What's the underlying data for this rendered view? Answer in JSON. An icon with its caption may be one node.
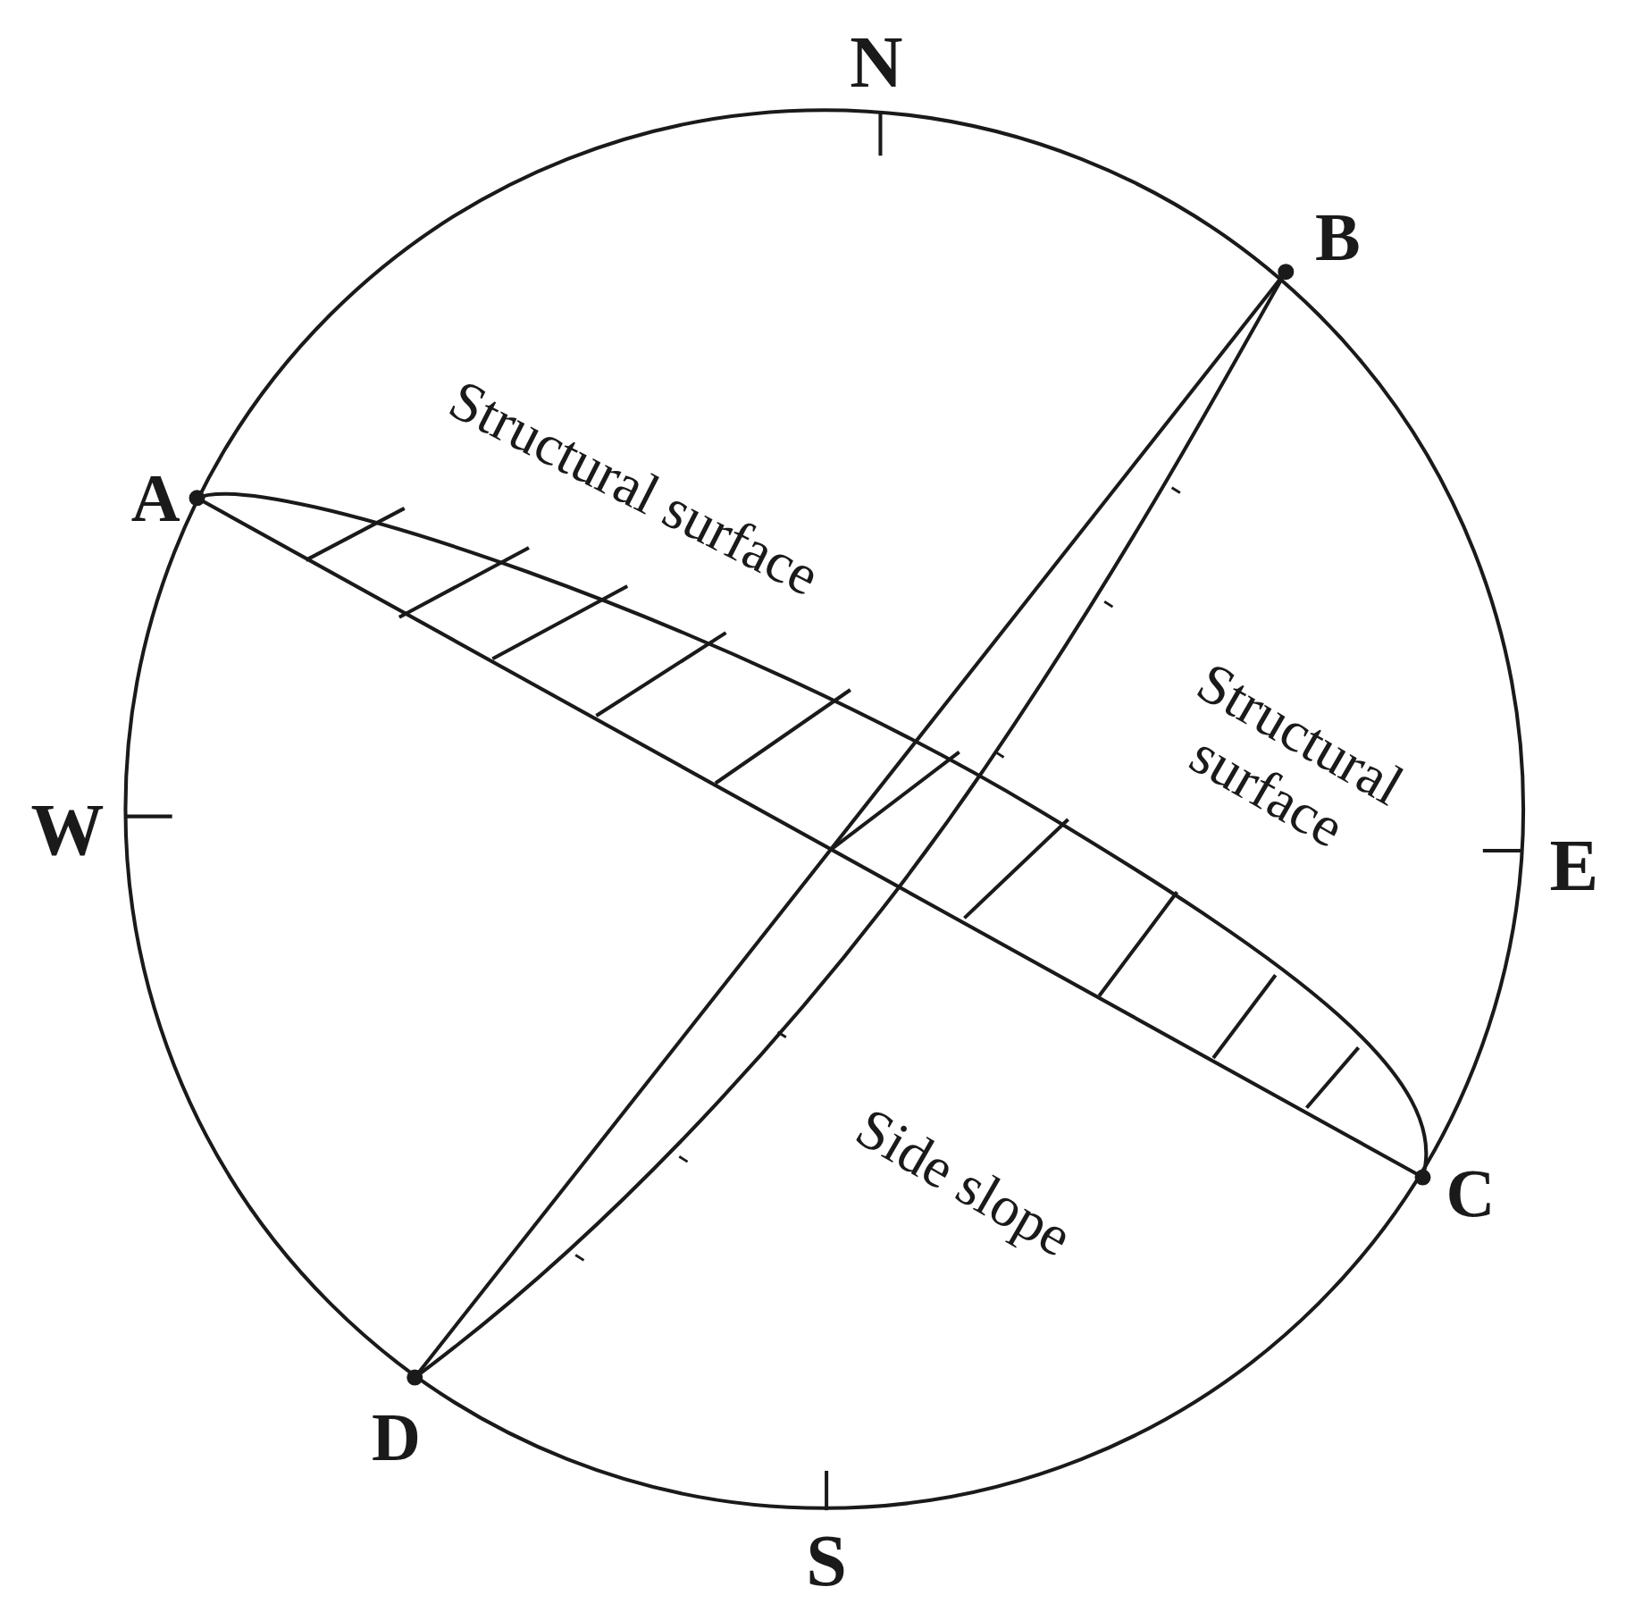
{
  "diagram": {
    "labels": [
      "N",
      "B",
      "A",
      "Structural surface",
      "Structural surface",
      "W",
      "E",
      "C",
      "Side slope",
      "D",
      "S"
    ]
  }
}
